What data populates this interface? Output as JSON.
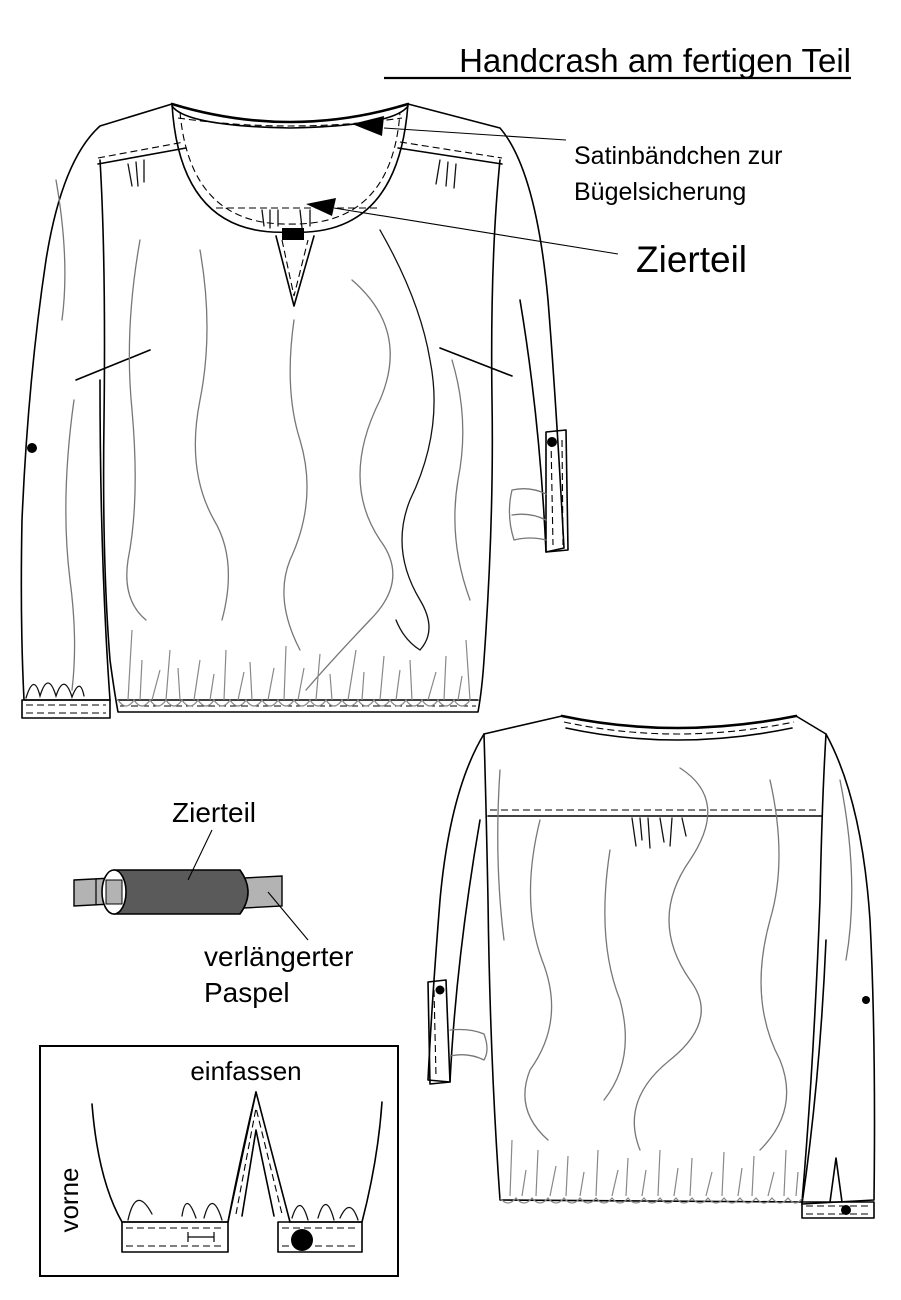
{
  "title": "Handcrash am fertigen Teil",
  "callouts": {
    "satin_line1": "Satinbändchen zur",
    "satin_line2": "Bügelsicherung",
    "zierteil_main": "Zierteil"
  },
  "detail": {
    "zierteil_label": "Zierteil",
    "paspel_line1": "verlängerter",
    "paspel_line2": "Paspel"
  },
  "inset": {
    "einfassen_label": "einfassen",
    "vorne_label": "vorne"
  },
  "colors": {
    "line": "#000000",
    "crash_grey": "#777777",
    "zierteil_fill": "#5a5a5a",
    "paspel_fill": "#b3b3b3"
  }
}
